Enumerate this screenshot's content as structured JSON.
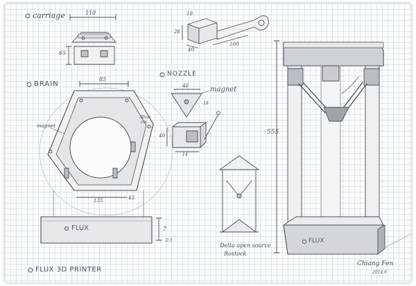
{
  "labels": {
    "carriage": "carriage",
    "brain": "BRAIN",
    "nozzle": "NOZZLE",
    "magnet_nozzle": "magnet",
    "magnet_brain": "magnet",
    "printer_title": "FLUX 3D PRINTER",
    "delta_line1": "Delta open source",
    "delta_line2": "Rostock",
    "signature": "Chiang Fen",
    "date": "2014.9",
    "flux_base_left": "FLUX",
    "flux_base_right": "FLUX",
    "cm_note_line1": "30cm",
    "cm_note_line2": "cm"
  },
  "dimensions": {
    "carriage_width": "110",
    "carriage_height": "65",
    "arm_top": "18",
    "arm_side": "28",
    "arm_depth": "40",
    "arm_length": "100",
    "brain_width": "85",
    "brain_bottom": "135",
    "brain_bottom_right": "45",
    "nozzle_top": "46",
    "nozzle_side": "18",
    "nozzle_height": "40",
    "nozzle_bottom": "14",
    "printer_height": "555",
    "base_height": "7",
    "base_small": "0.5"
  },
  "colors": {
    "pencil": "#4a4f55",
    "pencil_light": "#8a9097",
    "shade": "#b9bec4",
    "grid": "#a7c4d6"
  }
}
